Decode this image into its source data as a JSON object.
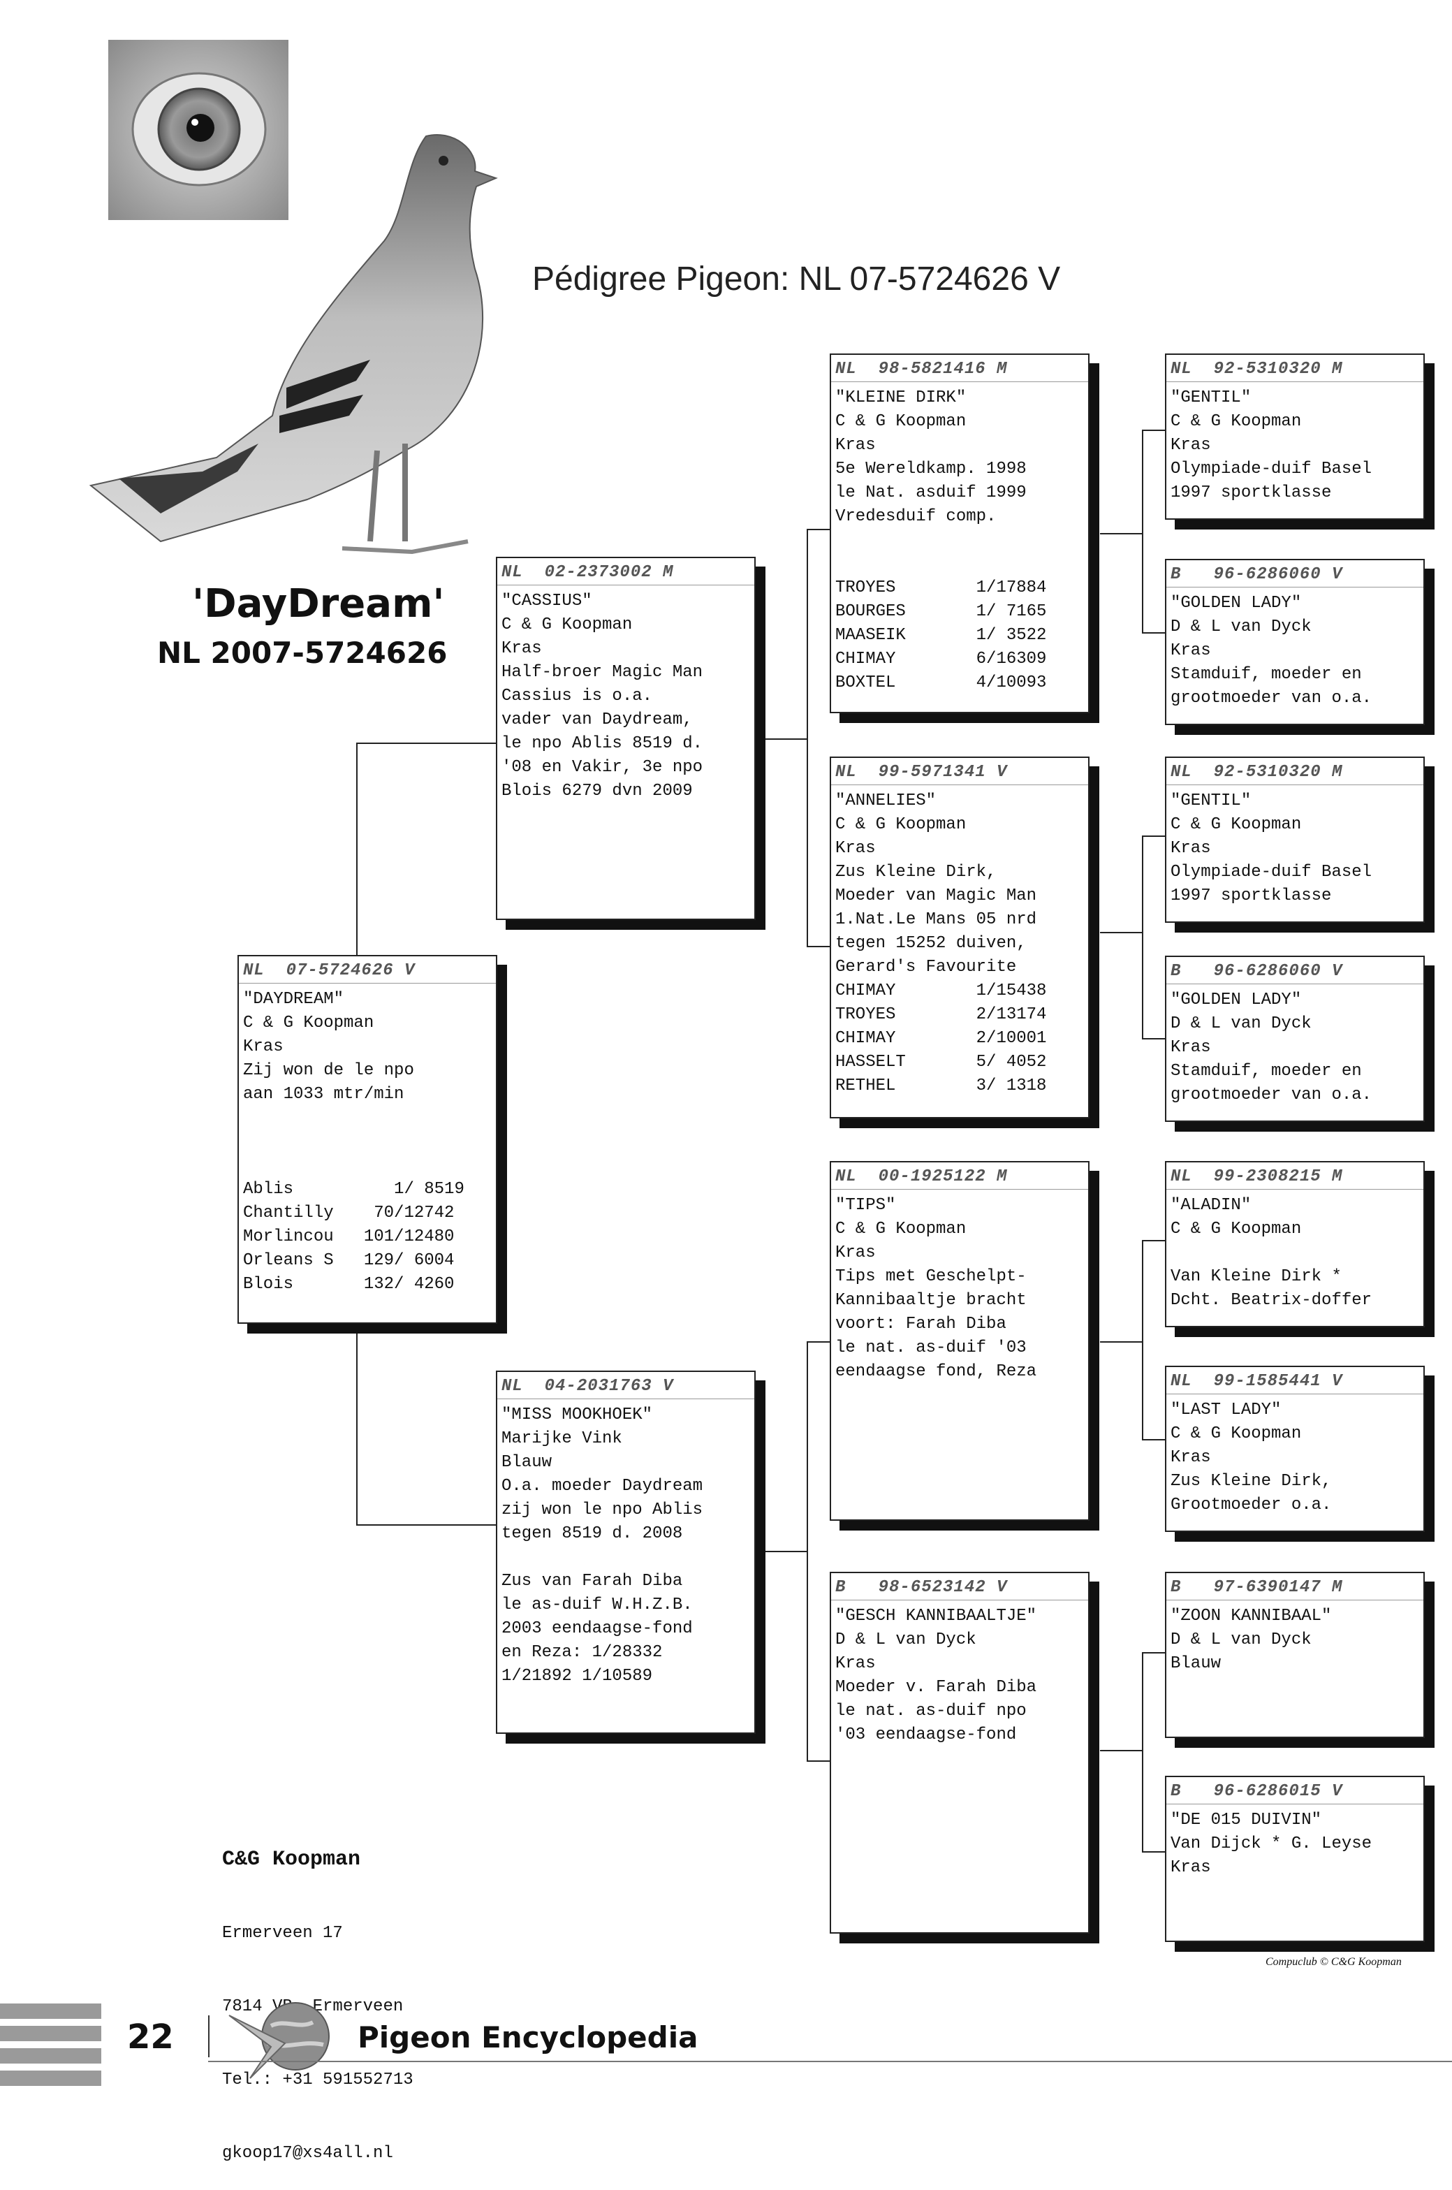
{
  "page_title": "Pédigree Pigeon: NL  07-5724626 V",
  "bird_name": "'DayDream'",
  "bird_id": "NL 2007-5724626",
  "contact": {
    "name": "C&G Koopman",
    "lines": [
      "Ermerveen 17",
      "7814 VB  Ermerveen",
      "Tel.: +31 591552713",
      "gkoop17@xs4all.nl"
    ]
  },
  "credit": "Compuclub © C&G Koopman",
  "footer": {
    "page_number": "22",
    "publication": "Pigeon Encyclopedia"
  },
  "cards": {
    "subject": {
      "header": "NL  07-5724626 V",
      "lines": [
        "\"DAYDREAM\"",
        "C & G Koopman",
        "Kras",
        "Zij won de le npo",
        "aan 1033 mtr/min",
        "",
        "",
        "",
        "Ablis          1/ 8519",
        "Chantilly    70/12742",
        "Morlincou   101/12480",
        "Orleans S   129/ 6004",
        "Blois       132/ 4260"
      ]
    },
    "sire": {
      "header": "NL  02-2373002 M",
      "lines": [
        "\"CASSIUS\"",
        "C & G Koopman",
        "Kras",
        "Half-broer Magic Man",
        "Cassius is o.a.",
        "vader van Daydream,",
        "le npo Ablis 8519 d.",
        "'08 en Vakir, 3e npo",
        "Blois 6279 dvn 2009"
      ]
    },
    "dam": {
      "header": "NL  04-2031763 V",
      "lines": [
        "\"MISS MOOKHOEK\"",
        "Marijke Vink",
        "Blauw",
        "O.a. moeder Daydream",
        "zij won le npo Ablis",
        "tegen 8519 d. 2008",
        "",
        "Zus van Farah Diba",
        "le as-duif W.H.Z.B.",
        "2003 eendaagse-fond",
        "en Reza: 1/28332",
        "1/21892 1/10589"
      ]
    },
    "ss": {
      "header": "NL  98-5821416 M",
      "lines": [
        "\"KLEINE DIRK\"",
        "C & G Koopman",
        "Kras",
        "5e Wereldkamp. 1998",
        "le Nat. asduif 1999",
        "Vredesduif comp.",
        "",
        "",
        "TROYES        1/17884",
        "BOURGES       1/ 7165",
        "MAASEIK       1/ 3522",
        "CHIMAY        6/16309",
        "BOXTEL        4/10093"
      ]
    },
    "sd": {
      "header": "NL  99-5971341 V",
      "lines": [
        "\"ANNELIES\"",
        "C & G Koopman",
        "Kras",
        "Zus Kleine Dirk,",
        "Moeder van Magic Man",
        "1.Nat.Le Mans 05 nrd",
        "tegen 15252 duiven,",
        "Gerard's Favourite",
        "CHIMAY        1/15438",
        "TROYES        2/13174",
        "CHIMAY        2/10001",
        "HASSELT       5/ 4052",
        "RETHEL        3/ 1318"
      ]
    },
    "ds": {
      "header": "NL  00-1925122 M",
      "lines": [
        "\"TIPS\"",
        "C & G Koopman",
        "Kras",
        "Tips met Geschelpt-",
        "Kannibaaltje bracht",
        "voort: Farah Diba",
        "le nat. as-duif '03",
        "eendaagse fond, Reza"
      ]
    },
    "dd": {
      "header": "B   98-6523142 V",
      "lines": [
        "\"GESCH KANNIBAALTJE\"",
        "D & L van Dyck",
        "Kras",
        "Moeder v. Farah Diba",
        "le nat. as-duif npo",
        "'03 eendaagse-fond"
      ]
    },
    "sss": {
      "header": "NL  92-5310320 M",
      "lines": [
        "\"GENTIL\"",
        "C & G Koopman",
        "Kras",
        "Olympiade-duif Basel",
        "1997 sportklasse"
      ]
    },
    "ssd": {
      "header": "B   96-6286060 V",
      "lines": [
        "\"GOLDEN LADY\"",
        "D & L van Dyck",
        "Kras",
        "Stamduif, moeder en",
        "grootmoeder van o.a."
      ]
    },
    "sds": {
      "header": "NL  92-5310320 M",
      "lines": [
        "\"GENTIL\"",
        "C & G Koopman",
        "Kras",
        "Olympiade-duif Basel",
        "1997 sportklasse"
      ]
    },
    "sdd": {
      "header": "B   96-6286060 V",
      "lines": [
        "\"GOLDEN LADY\"",
        "D & L van Dyck",
        "Kras",
        "Stamduif, moeder en",
        "grootmoeder van o.a."
      ]
    },
    "dss": {
      "header": "NL  99-2308215 M",
      "lines": [
        "\"ALADIN\"",
        "C & G Koopman",
        "",
        "Van Kleine Dirk *",
        "Dcht. Beatrix-doffer"
      ]
    },
    "dsd": {
      "header": "NL  99-1585441 V",
      "lines": [
        "\"LAST LADY\"",
        "C & G Koopman",
        "Kras",
        "Zus Kleine Dirk,",
        "Grootmoeder o.a."
      ]
    },
    "dds": {
      "header": "B   97-6390147 M",
      "lines": [
        "\"ZOON KANNIBAAL\"",
        "D & L van Dyck",
        "Blauw"
      ]
    },
    "ddd": {
      "header": "B   96-6286015 V",
      "lines": [
        "\"DE 015 DUIVIN\"",
        "Van Dijck * G. Leyse",
        "Kras"
      ]
    }
  }
}
